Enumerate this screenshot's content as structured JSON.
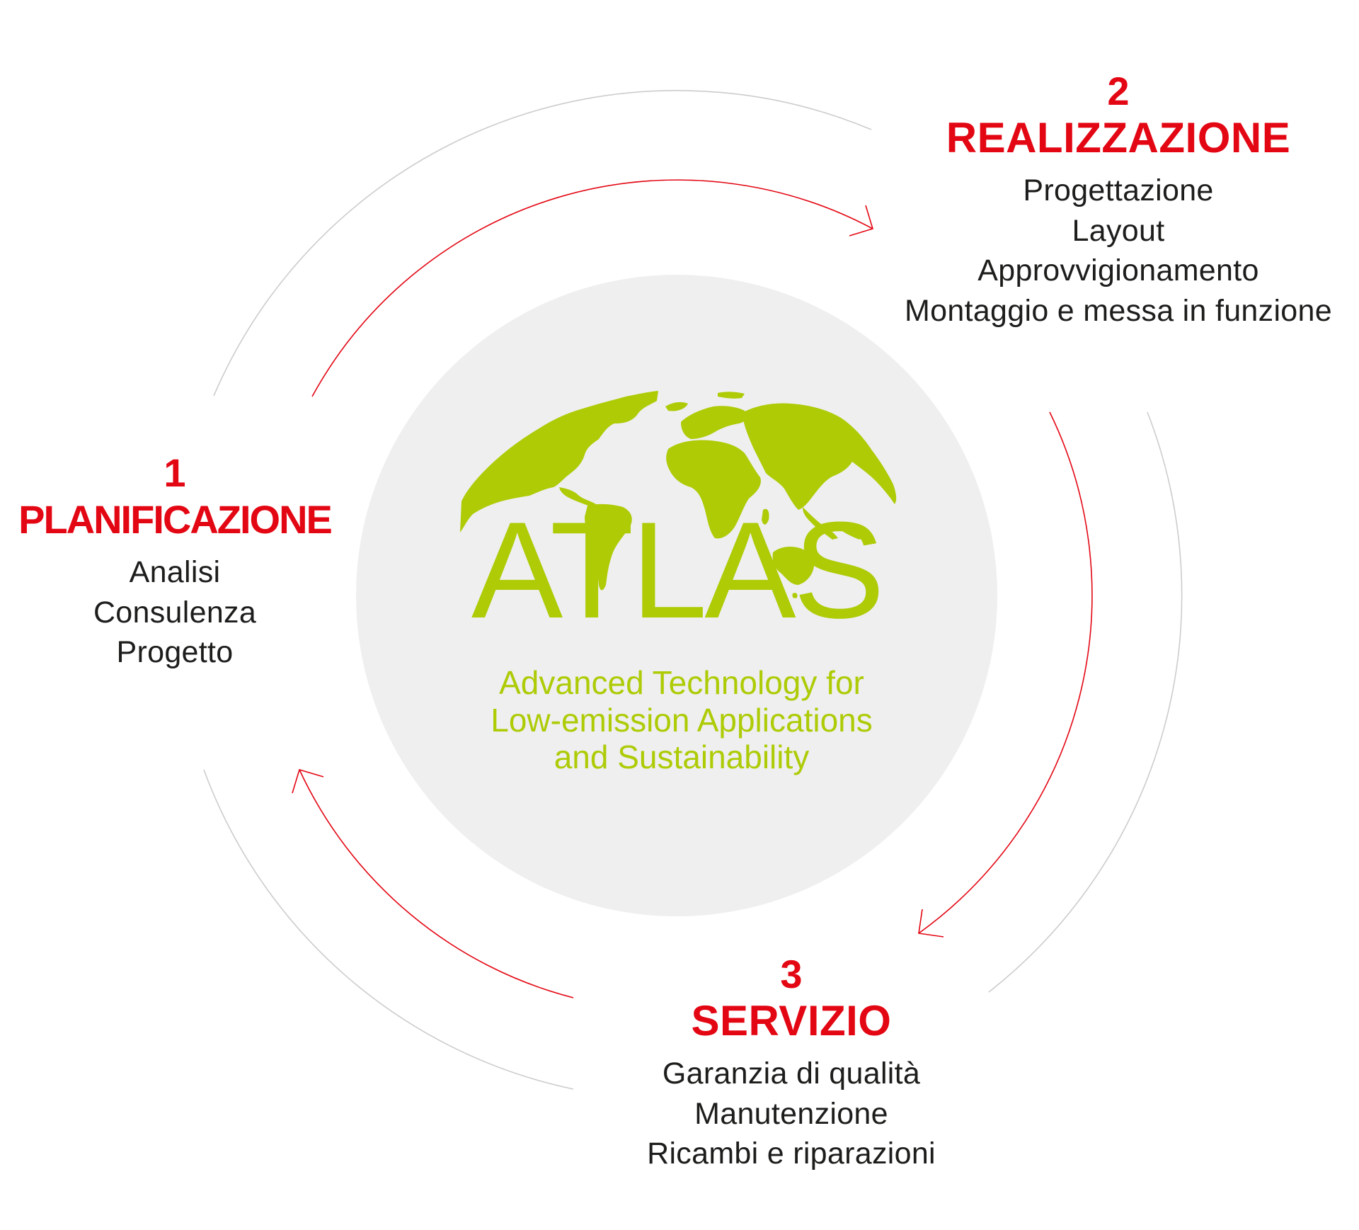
{
  "colors": {
    "accent_red": "#e30613",
    "brand_green": "#aecb06",
    "center_circle": "#efefef",
    "outer_arc": "#cccccc",
    "body_text": "#1d1d1b"
  },
  "center": {
    "logo_icon": "globe-world-map-icon",
    "logo_word": "ATLAS",
    "tagline": [
      "Advanced Technology for",
      "Low-emission Applications",
      "and Sustainability"
    ]
  },
  "stages": [
    {
      "number": "1",
      "title": "PLANIFICAZIONE",
      "items": [
        "Analisi",
        "Consulenza",
        "Progetto"
      ]
    },
    {
      "number": "2",
      "title": "REALIZZAZIONE",
      "items": [
        "Progettazione",
        "Layout",
        "Approvvigionamento",
        "Montaggio e messa in funzione"
      ]
    },
    {
      "number": "3",
      "title": "SERVIZIO",
      "items": [
        "Garanzia di qualità",
        "Manutenzione",
        "Ricambi e riparazioni"
      ]
    }
  ],
  "cycle": {
    "direction": "clockwise",
    "arrows": [
      "planificazione-to-realizzazione",
      "realizzazione-to-servizio",
      "servizio-to-planificazione"
    ]
  }
}
